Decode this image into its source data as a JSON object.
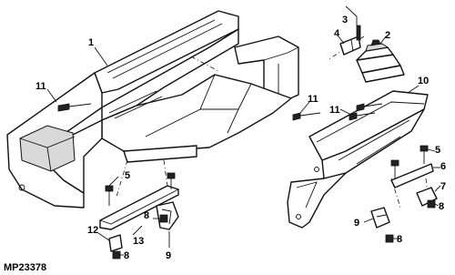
{
  "figure_code": "MP23378",
  "callouts": {
    "c1": "1",
    "c2": "2",
    "c3": "3",
    "c4": "4",
    "c5a": "5",
    "c5b": "5",
    "c6": "6",
    "c7": "7",
    "c8a": "8",
    "c8b": "8",
    "c8c": "8",
    "c8d": "8",
    "c9a": "9",
    "c9b": "9",
    "c10": "10",
    "c11a": "11",
    "c11b": "11",
    "c11c": "11",
    "c12": "12",
    "c13": "13"
  }
}
